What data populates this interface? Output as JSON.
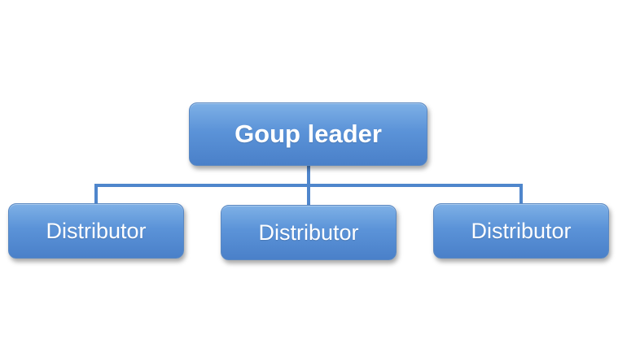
{
  "diagram": {
    "root": {
      "label": "Goup leader"
    },
    "children": [
      {
        "label": "Distributor"
      },
      {
        "label": "Distributor"
      },
      {
        "label": "Distributor"
      }
    ]
  },
  "colors": {
    "box_fill": "#5b93d8",
    "connector": "#4f86cc",
    "text": "#ffffff"
  }
}
